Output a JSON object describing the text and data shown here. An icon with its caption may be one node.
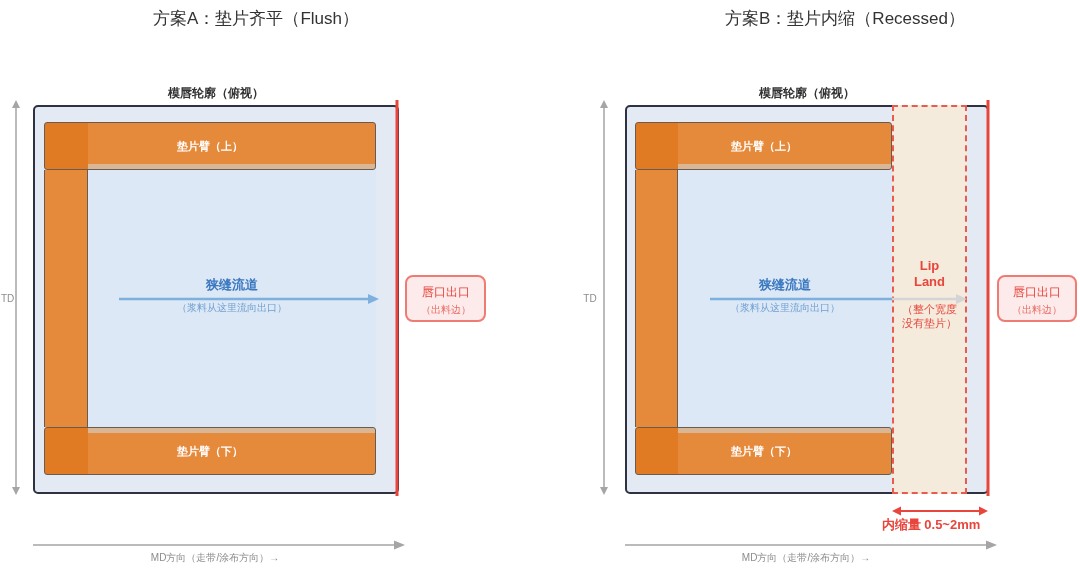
{
  "diagram": {
    "nodes": [
      {
        "text": [
          "模唇轮廓（俯视）"
        ]
      },
      {
        "text": [
          "垫片臂（上）"
        ],
        "in": 0
      },
      {
        "text": [],
        "shape": "bar",
        "in": 0
      },
      {
        "text": [
          "狭缝流道",
          "（浆料从这里流向出口）"
        ],
        "in": 0
      },
      {
        "text": [
          "垫片臂（下）"
        ],
        "in": 0
      },
      {
        "text": [
          "唇口出口",
          "（出料边）"
        ]
      },
      {
        "text": [
          "模唇轮廓（俯视）"
        ]
      },
      {
        "text": [
          "垫片臂（上）"
        ],
        "in": 6
      },
      {
        "text": [],
        "shape": "bar",
        "in": 6
      },
      {
        "text": [
          "狭缝流道",
          "（浆料从这里流向出口）"
        ],
        "in": 6
      },
      {
        "text": [
          "Lip Land",
          "（整个宽度没有垫片）"
        ],
        "in": 6
      },
      {
        "text": [
          "垫片臂（下）"
        ],
        "in": 6
      },
      {
        "text": [
          "唇口出口",
          "（出料边）"
        ]
      }
    ],
    "labels": [
      "方案A：垫片齐平（Flush）",
      "方案B：垫片内缩（Recessed）",
      "TD",
      "TD",
      "内缩量 0.5~2mm",
      "MD方向（走带/涂布方向）→",
      "MD方向（走带/涂布方向）→"
    ]
  }
}
